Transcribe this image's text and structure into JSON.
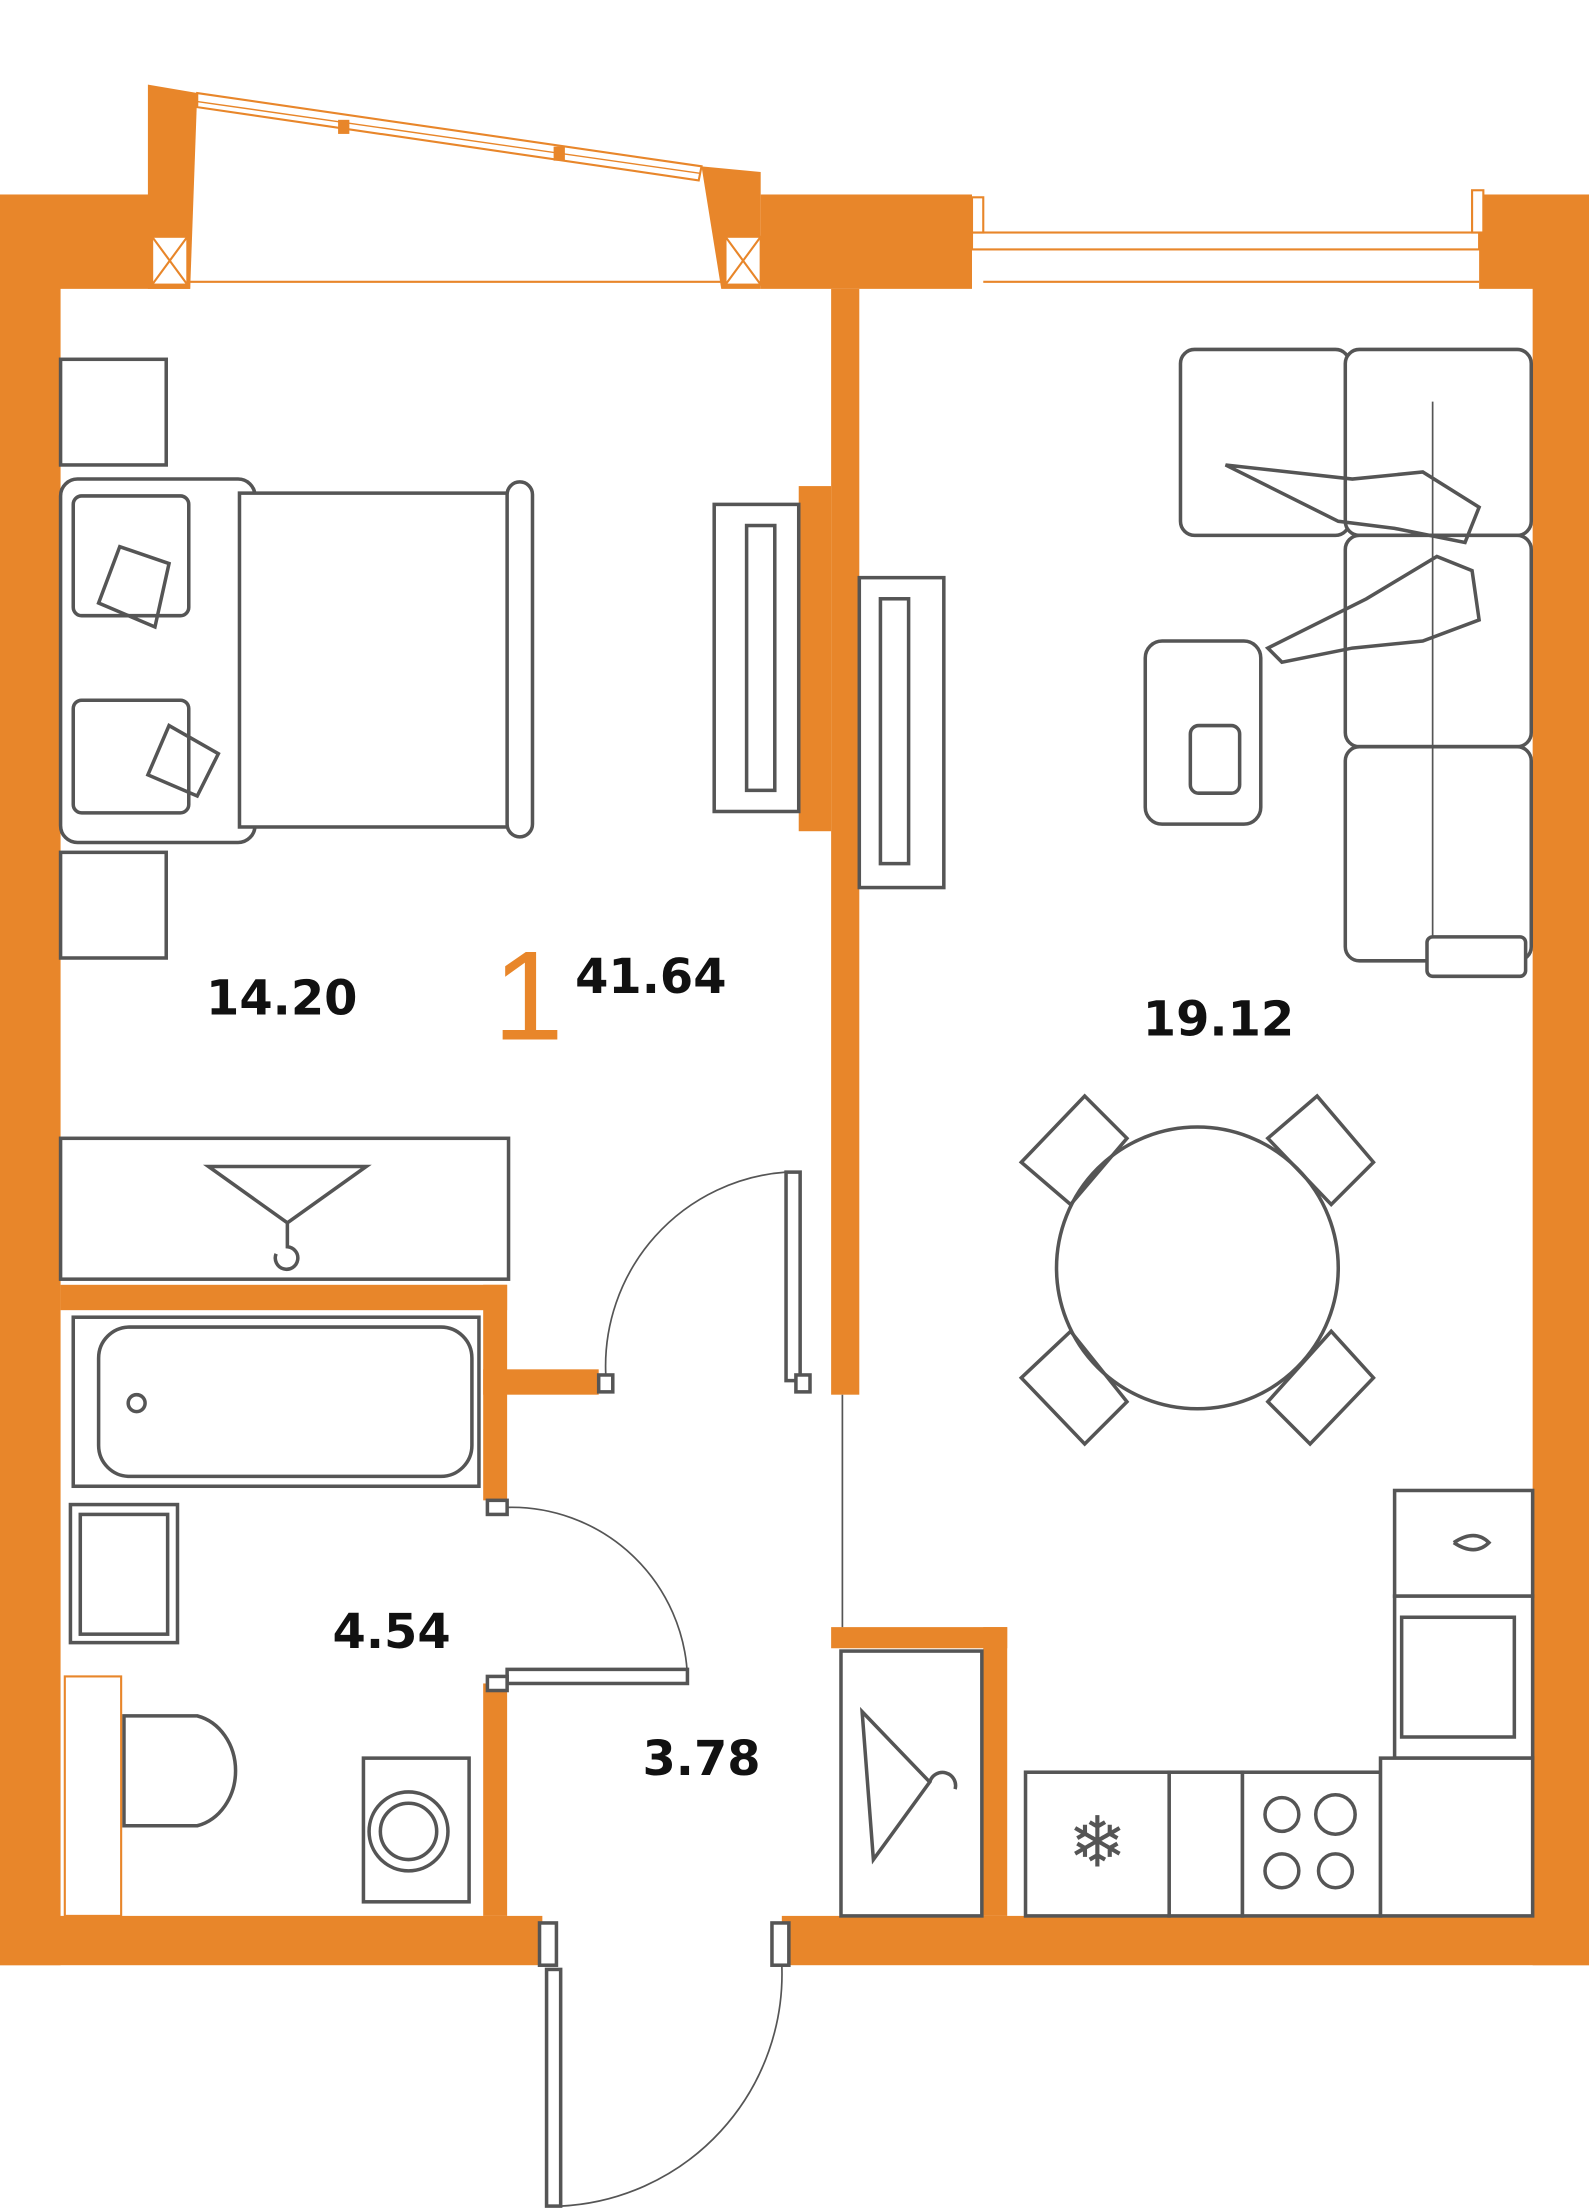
{
  "plan": {
    "room_count": "1",
    "total_area": "41.64",
    "rooms": {
      "bedroom_area": "14.20",
      "living_kitchen_area": "19.12",
      "bathroom_area": "4.54",
      "hallway_area": "3.78"
    }
  },
  "colors": {
    "wall": "#E8862A",
    "furniture": "#555555"
  }
}
